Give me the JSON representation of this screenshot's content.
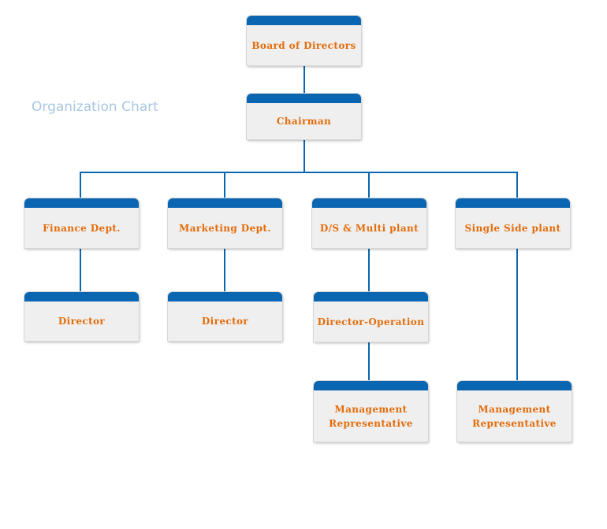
{
  "title": "Organization Chart",
  "colors": {
    "header": "#0b66b2",
    "box": "#efefef",
    "label": "#e36c0a",
    "connector": "#0b66b2",
    "title": "#a9c7e0"
  },
  "nodes": {
    "board": {
      "lines": [
        "Board of Directors"
      ]
    },
    "chairman": {
      "lines": [
        "Chairman"
      ]
    },
    "finance": {
      "lines": [
        "Finance Dept."
      ]
    },
    "marketing": {
      "lines": [
        "Marketing Dept."
      ]
    },
    "ds_multi": {
      "lines": [
        "D/S & Multi plant"
      ]
    },
    "single_side": {
      "lines": [
        "Single Side plant"
      ]
    },
    "finance_director": {
      "lines": [
        "Director"
      ]
    },
    "marketing_director": {
      "lines": [
        "Director"
      ]
    },
    "director_operation": {
      "lines": [
        "Director-Operation"
      ]
    },
    "mgmt_rep_ds": {
      "lines": [
        "Management",
        "Representative"
      ]
    },
    "mgmt_rep_single": {
      "lines": [
        "Management",
        "Representative"
      ]
    }
  },
  "edges": [
    [
      "board",
      "chairman"
    ],
    [
      "chairman",
      "finance"
    ],
    [
      "chairman",
      "marketing"
    ],
    [
      "chairman",
      "ds_multi"
    ],
    [
      "chairman",
      "single_side"
    ],
    [
      "finance",
      "finance_director"
    ],
    [
      "marketing",
      "marketing_director"
    ],
    [
      "ds_multi",
      "director_operation"
    ],
    [
      "director_operation",
      "mgmt_rep_ds"
    ],
    [
      "single_side",
      "mgmt_rep_single"
    ]
  ]
}
